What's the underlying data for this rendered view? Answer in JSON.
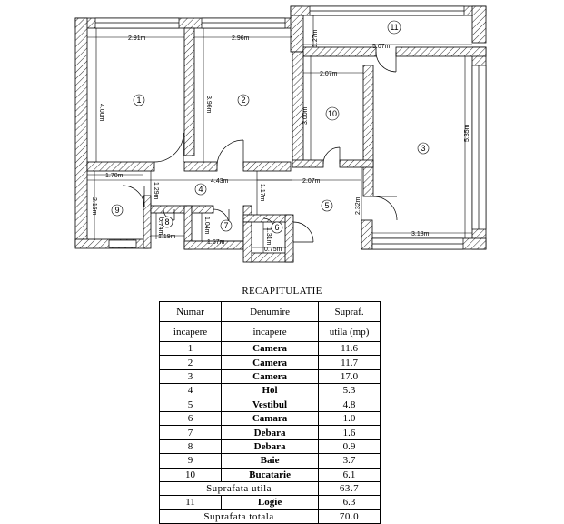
{
  "rooms": [
    {
      "num": "1",
      "name": "Camera",
      "area": "11.6"
    },
    {
      "num": "2",
      "name": "Camera",
      "area": "11.7"
    },
    {
      "num": "3",
      "name": "Camera",
      "area": "17.0"
    },
    {
      "num": "4",
      "name": "Hol",
      "area": "5.3"
    },
    {
      "num": "5",
      "name": "Vestibul",
      "area": "4.8"
    },
    {
      "num": "6",
      "name": "Camara",
      "area": "1.0"
    },
    {
      "num": "7",
      "name": "Debara",
      "area": "1.6"
    },
    {
      "num": "8",
      "name": "Debara",
      "area": "0.9"
    },
    {
      "num": "9",
      "name": "Baie",
      "area": "3.7"
    },
    {
      "num": "10",
      "name": "Bucatarie",
      "area": "6.1"
    },
    {
      "num": "11",
      "name": "Logie",
      "area": "6.3"
    }
  ],
  "dimensions": {
    "d1": "2.91m",
    "d2": "2.96m",
    "d3": "1.27m",
    "d4": "5.07m",
    "d5": "2.07m",
    "d6": "4.00m",
    "d7": "3.96m",
    "d8": "3.00m",
    "d9": "5.35m",
    "d10": "1.70m",
    "d11": "4.43m",
    "d12": "2.07m",
    "d13": "1.29m",
    "d14": "2.15m",
    "d15": "0.74m",
    "d16": "1.19m",
    "d17": "1.04m",
    "d18": "1.57m",
    "d19": "1.17m",
    "d20": "1.31m",
    "d21": "0.75m",
    "d22": "2.32m",
    "d23": "3.18m"
  },
  "table": {
    "title": "RECAPITULATIE",
    "header": {
      "col1a": "Numar",
      "col1b": "incapere",
      "col2a": "Denumire",
      "col2b": "incapere",
      "col3a": "Supraf.",
      "col3b": "utila (mp)"
    },
    "subtotal_label": "Suprafata utila",
    "subtotal_value": "63.7",
    "total_label": "Suprafata totala",
    "total_value": "70.0"
  }
}
